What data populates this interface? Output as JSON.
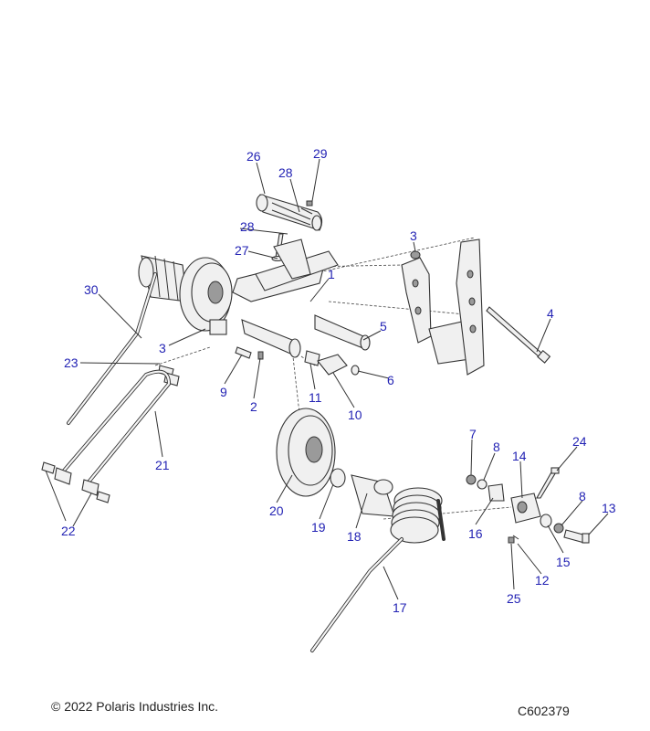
{
  "diagram": {
    "callouts": [
      "26",
      "29",
      "28",
      "28",
      "27",
      "3",
      "1",
      "30",
      "5",
      "4",
      "3",
      "23",
      "9",
      "2",
      "11",
      "6",
      "10",
      "21",
      "7",
      "8",
      "14",
      "24",
      "20",
      "19",
      "18",
      "16",
      "8",
      "13",
      "15",
      "12",
      "22",
      "17",
      "25"
    ]
  },
  "footer": {
    "copyright": "© 2022 Polaris Industries Inc.",
    "drawing_number": "C602379"
  },
  "colors": {
    "callout": "#2323b4",
    "line": "#333333"
  }
}
